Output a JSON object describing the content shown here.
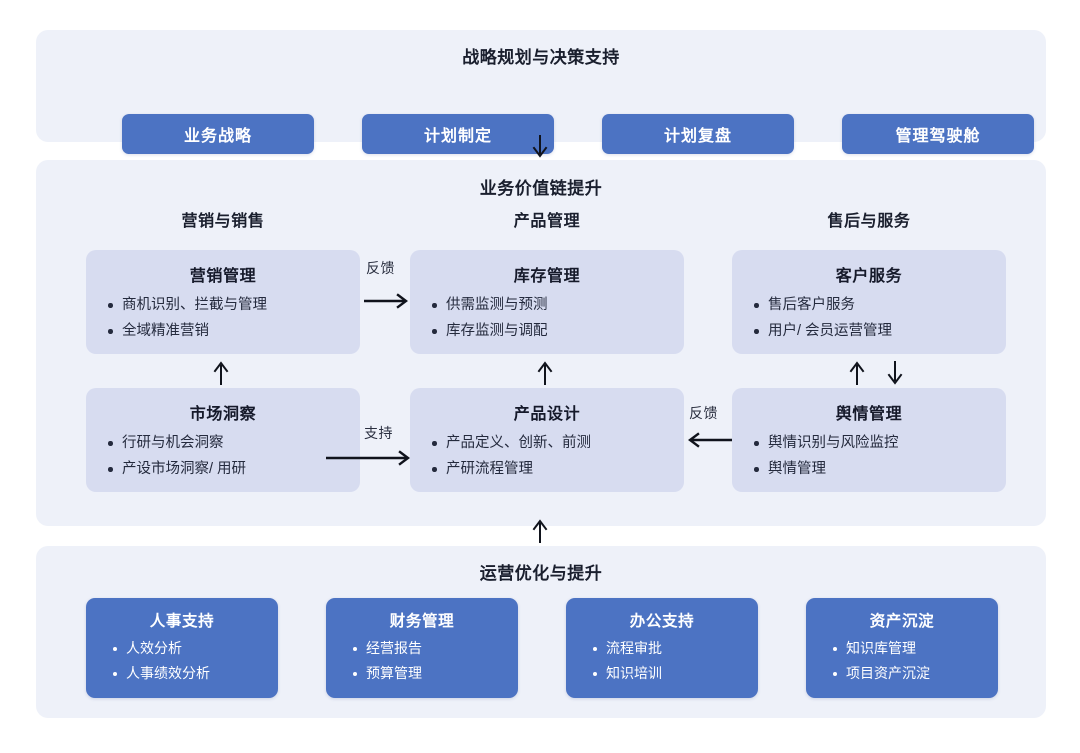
{
  "diagram": {
    "title": "战略规划与决策支持",
    "theme": {
      "page_background": "#ffffff",
      "panel_background": "#eef1f9",
      "card_light": "#d7dcf0",
      "card_blue": "#4c73c3",
      "text_dark": "#1a1f2e",
      "text_light": "#ffffff",
      "arrow_color": "#10131c"
    }
  },
  "strategy": {
    "title": "战略规划与决策支持",
    "buttons": [
      {
        "label": "业务战略"
      },
      {
        "label": "计划制定"
      },
      {
        "label": "计划复盘"
      },
      {
        "label": "管理驾驶舱"
      }
    ]
  },
  "value_chain": {
    "title": "业务价值链提升",
    "columns": [
      {
        "header": "营销与销售"
      },
      {
        "header": "产品管理"
      },
      {
        "header": "售后与服务"
      }
    ],
    "cards": [
      {
        "title": "营销管理",
        "items": [
          "商机识别、拦截与管理",
          "全域精准营销"
        ]
      },
      {
        "title": "库存管理",
        "items": [
          "供需监测与预测",
          "库存监测与调配"
        ]
      },
      {
        "title": "客户服务",
        "items": [
          "售后客户服务",
          "用户/ 会员运营管理"
        ]
      },
      {
        "title": "市场洞察",
        "items": [
          "行研与机会洞察",
          "产设市场洞察/ 用研"
        ]
      },
      {
        "title": "产品设计",
        "items": [
          "产品定义、创新、前测",
          "产研流程管理"
        ]
      },
      {
        "title": "舆情管理",
        "items": [
          "舆情识别与风险监控",
          "舆情管理"
        ]
      }
    ]
  },
  "operations": {
    "title": "运营优化与提升",
    "cards": [
      {
        "title": "人事支持",
        "items": [
          "人效分析",
          "人事绩效分析"
        ]
      },
      {
        "title": "财务管理",
        "items": [
          "经营报告",
          "预算管理"
        ]
      },
      {
        "title": "办公支持",
        "items": [
          "流程审批",
          "知识培训"
        ]
      },
      {
        "title": "资产沉淀",
        "items": [
          "知识库管理",
          "项目资产沉淀"
        ]
      }
    ]
  },
  "flows": {
    "feedback_top": "反馈",
    "support": "支持",
    "feedback_mid": "反馈"
  }
}
